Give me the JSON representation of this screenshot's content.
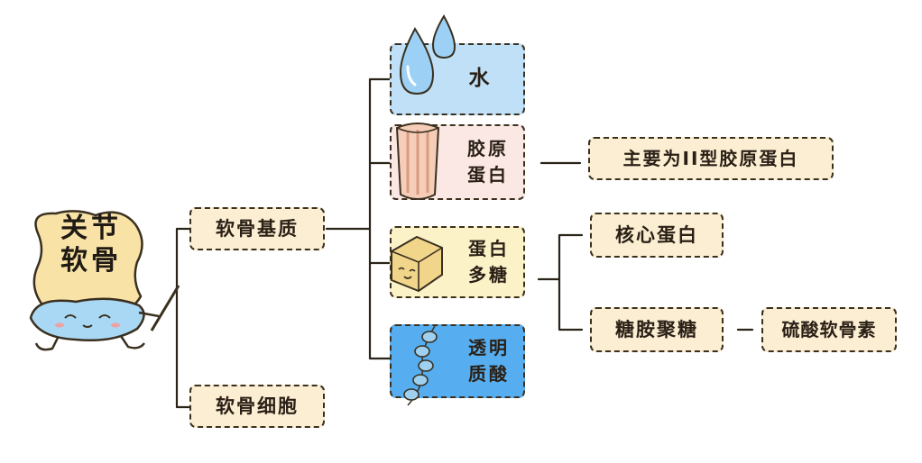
{
  "root": {
    "line1": "关节",
    "line2": "软骨"
  },
  "level1": {
    "matrix": "软骨基质",
    "cell": "软骨细胞"
  },
  "components": {
    "water": "水",
    "collagen": {
      "line1": "胶原",
      "line2": "蛋白"
    },
    "proteoglycan": {
      "line1": "蛋白",
      "line2": "多糖"
    },
    "hyaluronic": {
      "line1": "透明",
      "line2": "质酸"
    }
  },
  "details": {
    "collagen_type": "主要为II型胶原蛋白",
    "core_protein": "核心蛋白",
    "gag": "糖胺聚糖",
    "chondroitin": "硫酸软骨素"
  },
  "colors": {
    "line": "#2a2418",
    "tan_fill": "#fbeed2",
    "yellow_fill": "#fcf2c7",
    "pink_fill": "#fbe7e3",
    "water_fill": "#bfe0f6",
    "hyaluronic_fill": "#56aef0"
  },
  "icons": [
    "cartilage-mascot",
    "water-drop-icon",
    "collagen-fiber-icon",
    "proteoglycan-cube-icon",
    "hyaluronic-chain-icon"
  ]
}
